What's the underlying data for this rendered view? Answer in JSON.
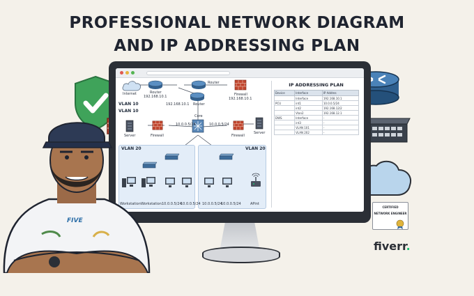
{
  "headline": {
    "line1": "PROFESSIONAL NETWORK DIAGRAM",
    "line2": "AND IP ADDRESSING PLAN"
  },
  "diagram": {
    "internet": "Internet",
    "router_left": "Router",
    "router_left_ip": "192.168.10.1",
    "router_right": "Router",
    "firewall_top": "Firewall",
    "firewall_top_ip": "192.168.10.1",
    "link_ip_top": "192.168.10.1",
    "router_mid_ip": "192.168.10.1",
    "vlan10_a": "VLAN 10",
    "vlan10_b": "VLAN 10",
    "core": "Core",
    "core_ip_left": "10.0.0.5/24",
    "core_ip_right": "10.0.0.5/24",
    "server_left": "Server",
    "firewall_left": "Firewall",
    "firewall_right": "Firewall",
    "server_right": "Server",
    "vlan20_left": "VLAN 20",
    "vlan20_right": "VLAN 20",
    "ws1": "Workstation",
    "ws2": "Workstation",
    "ws3": "10.0.0.5/24",
    "ws4": "10.0.0.5/24",
    "ws5": "10.0.0.5/24",
    "ws6": "10.0.0.5/24",
    "ap": "APint"
  },
  "ip_plan": {
    "title": "IP ADDRESSING PLAN",
    "headers": [
      "Device",
      "Interface",
      "IP Addres"
    ],
    "rows": [
      [
        "",
        "Interface",
        "192.168.10.1"
      ],
      [
        "PCU",
        "int1",
        "10.0.0.5/24"
      ],
      [
        "",
        "int2",
        "192.168.12/2"
      ],
      [
        "",
        "Vlan2",
        "192.168.12.1"
      ],
      [
        "DWS",
        "Interface",
        "-"
      ],
      [
        "",
        "int3",
        "-"
      ],
      [
        "",
        "VLAN 101",
        "-"
      ],
      [
        "",
        "VLAN 202",
        "-"
      ]
    ]
  },
  "certificate": {
    "line1": "CERTIFIED",
    "line2": "NETWORK ENGINEER"
  },
  "brand": {
    "name": "fiverr",
    "dot": "."
  },
  "shirt_text": "FIVE",
  "colors": {
    "accent_green": "#1dbf73",
    "shield": "#3fa35a",
    "firewall": "#c0452e",
    "router": "#3d6e9c"
  },
  "icons": [
    "shield-check-icon",
    "firewall-fire-icon",
    "router-icon",
    "switch-icon",
    "cloud-icon",
    "certificate-icon"
  ]
}
